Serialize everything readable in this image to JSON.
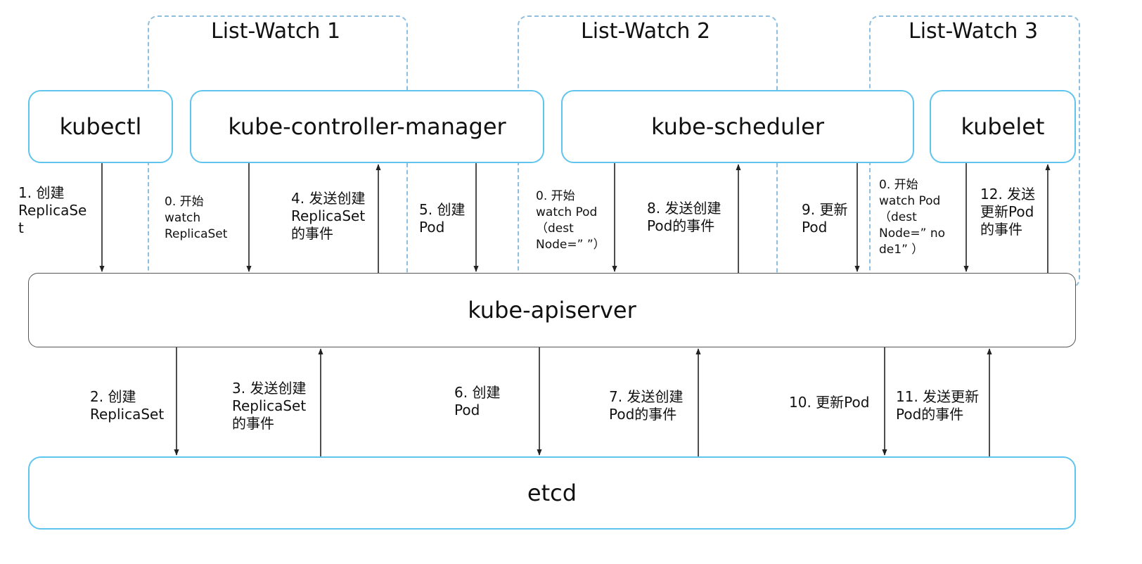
{
  "groups": [
    {
      "title": "List-Watch 1"
    },
    {
      "title": "List-Watch 2"
    },
    {
      "title": "List-Watch 3"
    }
  ],
  "components": {
    "kubectl": "kubectl",
    "controller_manager": "kube-controller-manager",
    "scheduler": "kube-scheduler",
    "kubelet": "kubelet",
    "apiserver": "kube-apiserver",
    "etcd": "etcd"
  },
  "steps": {
    "s1": "1. 创建\nReplicaSe\nt",
    "s0a": "0. 开始\nwatch\nReplicaSet",
    "s4": "4. 发送创建\nReplicaSet\n的事件",
    "s5": "5. 创建\nPod",
    "s0b": "0. 开始\nwatch Pod\n（dest\nNode=” ”）",
    "s8": "8. 发送创建\nPod的事件",
    "s9": "9. 更新\nPod",
    "s0c": "0. 开始\nwatch Pod\n（dest\nNode=” no\nde1” ）",
    "s12": "12. 发送\n更新Pod\n的事件",
    "s2": "2. 创建\nReplicaSet",
    "s3": "3. 发送创建\nReplicaSet\n的事件",
    "s6": "6. 创建\nPod",
    "s7": "7. 发送创建\nPod的事件",
    "s10": "10. 更新Pod",
    "s11": "11. 发送更新\nPod的事件"
  }
}
